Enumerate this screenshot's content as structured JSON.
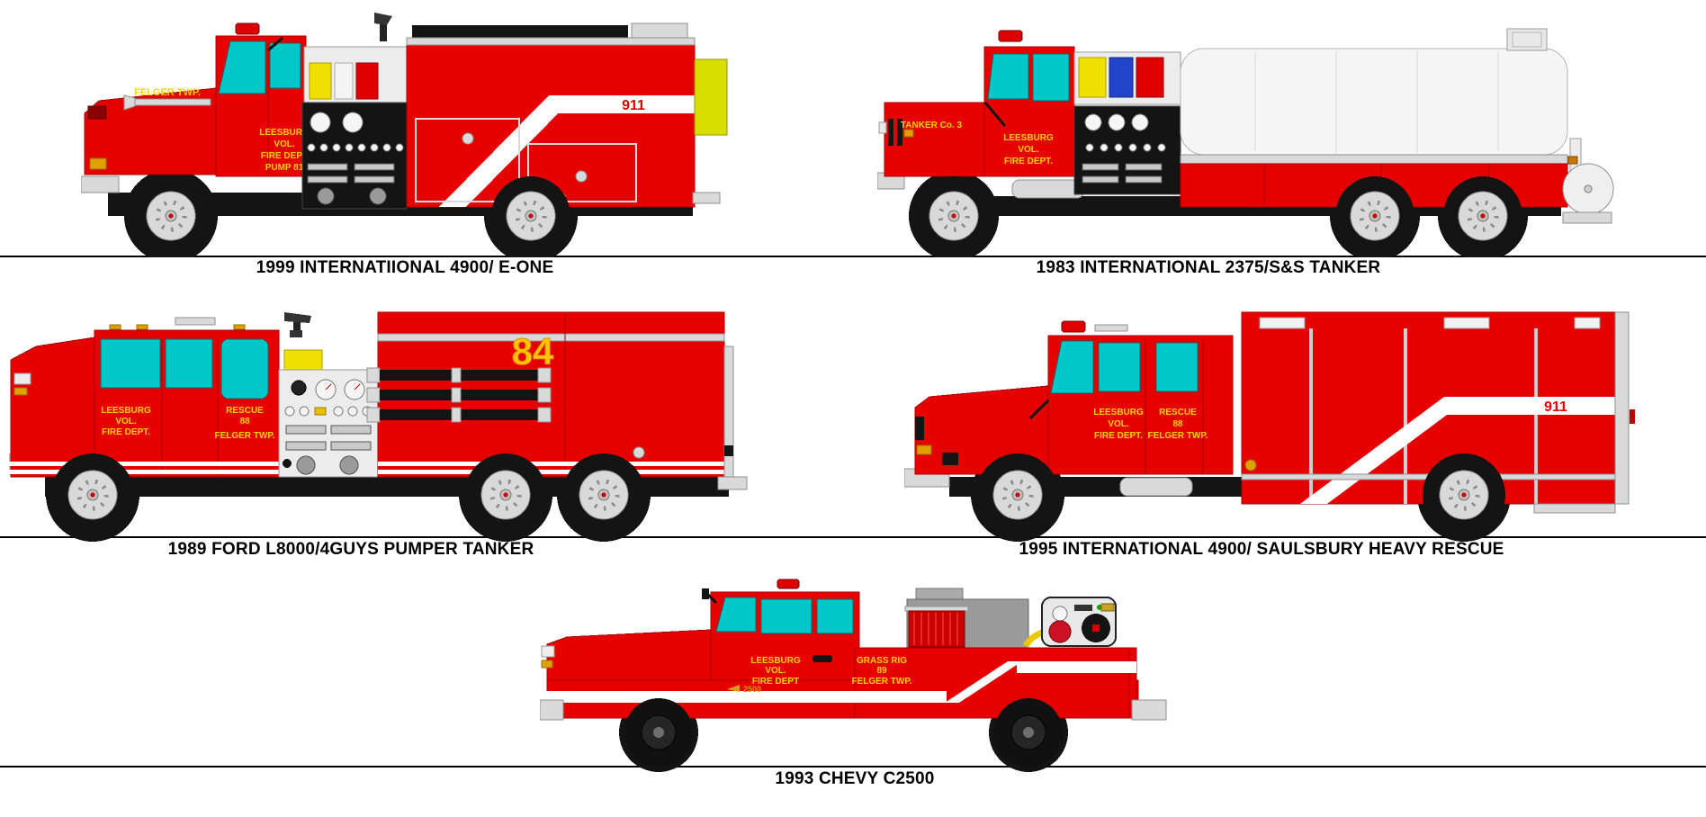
{
  "page": {
    "background": "#ffffff",
    "ground_line_color": "#000000"
  },
  "palette": {
    "apparatus_red": "#e60000",
    "glass_teal": "#00c8c8",
    "lettering_gold": "#ffd200",
    "marking_red": "#e00000",
    "stripe_white": "#ffffff",
    "chartreuse_panel": "#d8de00",
    "tank_silver": "#f5f5f5",
    "caption_black": "#000000"
  },
  "trucks": [
    {
      "name": "engine-pump-81",
      "caption": "1999 INTERNATIIONAL 4900/ E-ONE",
      "hood_text": "FELGER TWP.",
      "door_lines": [
        "LEESBURG",
        "VOL.",
        "FIRE DEPT",
        "PUMP 81"
      ],
      "body_marking": "911"
    },
    {
      "name": "tanker-co-3",
      "caption": "1983 INTERNATIONAL 2375/S&S TANKER",
      "hood_text": "TANKER Co. 3",
      "door_lines": [
        "LEESBURG",
        "VOL.",
        "FIRE DEPT."
      ]
    },
    {
      "name": "pumper-tanker-84",
      "caption": "1989 FORD L8000/4GUYS PUMPER TANKER",
      "door_lines": [
        "LEESBURG",
        "VOL.",
        "FIRE DEPT."
      ],
      "door2_lines": [
        "RESCUE",
        "88",
        "FELGER TWP."
      ],
      "body_number": "84"
    },
    {
      "name": "heavy-rescue-88",
      "caption": "1995 INTERNATIONAL 4900/ SAULSBURY HEAVY RESCUE",
      "door_lines": [
        "LEESBURG",
        "VOL.",
        "FIRE DEPT."
      ],
      "door2_lines": [
        "RESCUE",
        "88",
        "FELGER TWP."
      ],
      "body_marking": "911"
    },
    {
      "name": "grass-rig-89",
      "caption": "1993 CHEVY C2500",
      "door_lines": [
        "LEESBURG",
        "VOL.",
        "FIRE DEPT"
      ],
      "door2_lines": [
        "GRASS RIG",
        "89",
        "FELGER TWP."
      ],
      "badge": "2500"
    }
  ]
}
